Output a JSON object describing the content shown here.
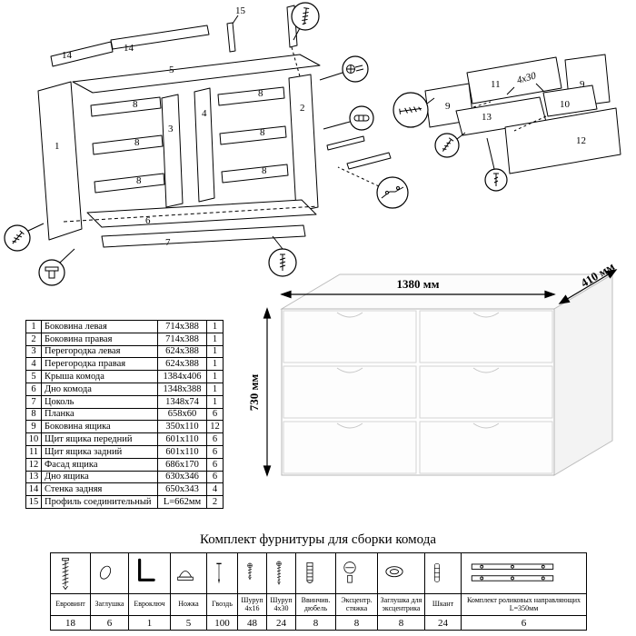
{
  "diagram": {
    "labels": {
      "n1": "1",
      "n2": "2",
      "n3": "3",
      "n4": "4",
      "n5": "5",
      "n6": "6",
      "n7": "7",
      "n8": "8",
      "n9": "9",
      "n10": "10",
      "n11": "11",
      "n12": "12",
      "n13": "13",
      "n14": "14",
      "n15": "15",
      "screw_size": "4x30"
    }
  },
  "dimensions": {
    "width": "1380 мм",
    "depth": "410 мм",
    "height": "730 мм"
  },
  "parts_table": {
    "rows": [
      {
        "num": "1",
        "name": "Боковина левая",
        "size": "714x388",
        "qty": "1"
      },
      {
        "num": "2",
        "name": "Боковина правая",
        "size": "714x388",
        "qty": "1"
      },
      {
        "num": "3",
        "name": "Перегородка левая",
        "size": "624x388",
        "qty": "1"
      },
      {
        "num": "4",
        "name": "Перегородка правая",
        "size": "624x388",
        "qty": "1"
      },
      {
        "num": "5",
        "name": "Крыша комода",
        "size": "1384x406",
        "qty": "1"
      },
      {
        "num": "6",
        "name": "Дно комода",
        "size": "1348x388",
        "qty": "1"
      },
      {
        "num": "7",
        "name": "Цоколь",
        "size": "1348x74",
        "qty": "1"
      },
      {
        "num": "8",
        "name": "Планка",
        "size": "658x60",
        "qty": "6"
      },
      {
        "num": "9",
        "name": "Боковина ящика",
        "size": "350x110",
        "qty": "12"
      },
      {
        "num": "10",
        "name": "Щит ящика передний",
        "size": "601x110",
        "qty": "6"
      },
      {
        "num": "11",
        "name": "Щит ящика задний",
        "size": "601x110",
        "qty": "6"
      },
      {
        "num": "12",
        "name": "Фасад ящика",
        "size": "686x170",
        "qty": "6"
      },
      {
        "num": "13",
        "name": "Дно ящика",
        "size": "630x346",
        "qty": "6"
      },
      {
        "num": "14",
        "name": "Стенка задняя",
        "size": "650x343",
        "qty": "4"
      },
      {
        "num": "15",
        "name": "Профиль соединительный",
        "size": "L=662мм",
        "qty": "2"
      }
    ]
  },
  "kit": {
    "title": "Комплект фурнитуры для сборки комода",
    "items": [
      {
        "label": "Евровинт",
        "qty": "18"
      },
      {
        "label": "Заглушка",
        "qty": "6"
      },
      {
        "label": "Евроключ",
        "qty": "1"
      },
      {
        "label": "Ножка",
        "qty": "5"
      },
      {
        "label": "Гвоздь",
        "qty": "100"
      },
      {
        "label": "Шуруп 4x16",
        "qty": "48"
      },
      {
        "label": "Шуруп 4x30",
        "qty": "24"
      },
      {
        "label": "Ввинчив. дюбель",
        "qty": "8"
      },
      {
        "label": "Эксцентр. стяжка",
        "qty": "8"
      },
      {
        "label": "Заглушка для эксцентрика",
        "qty": "8"
      },
      {
        "label": "Шкант",
        "qty": "24"
      },
      {
        "label": "Комплект роликовых направляющих L=350мм",
        "qty": "6"
      }
    ]
  }
}
